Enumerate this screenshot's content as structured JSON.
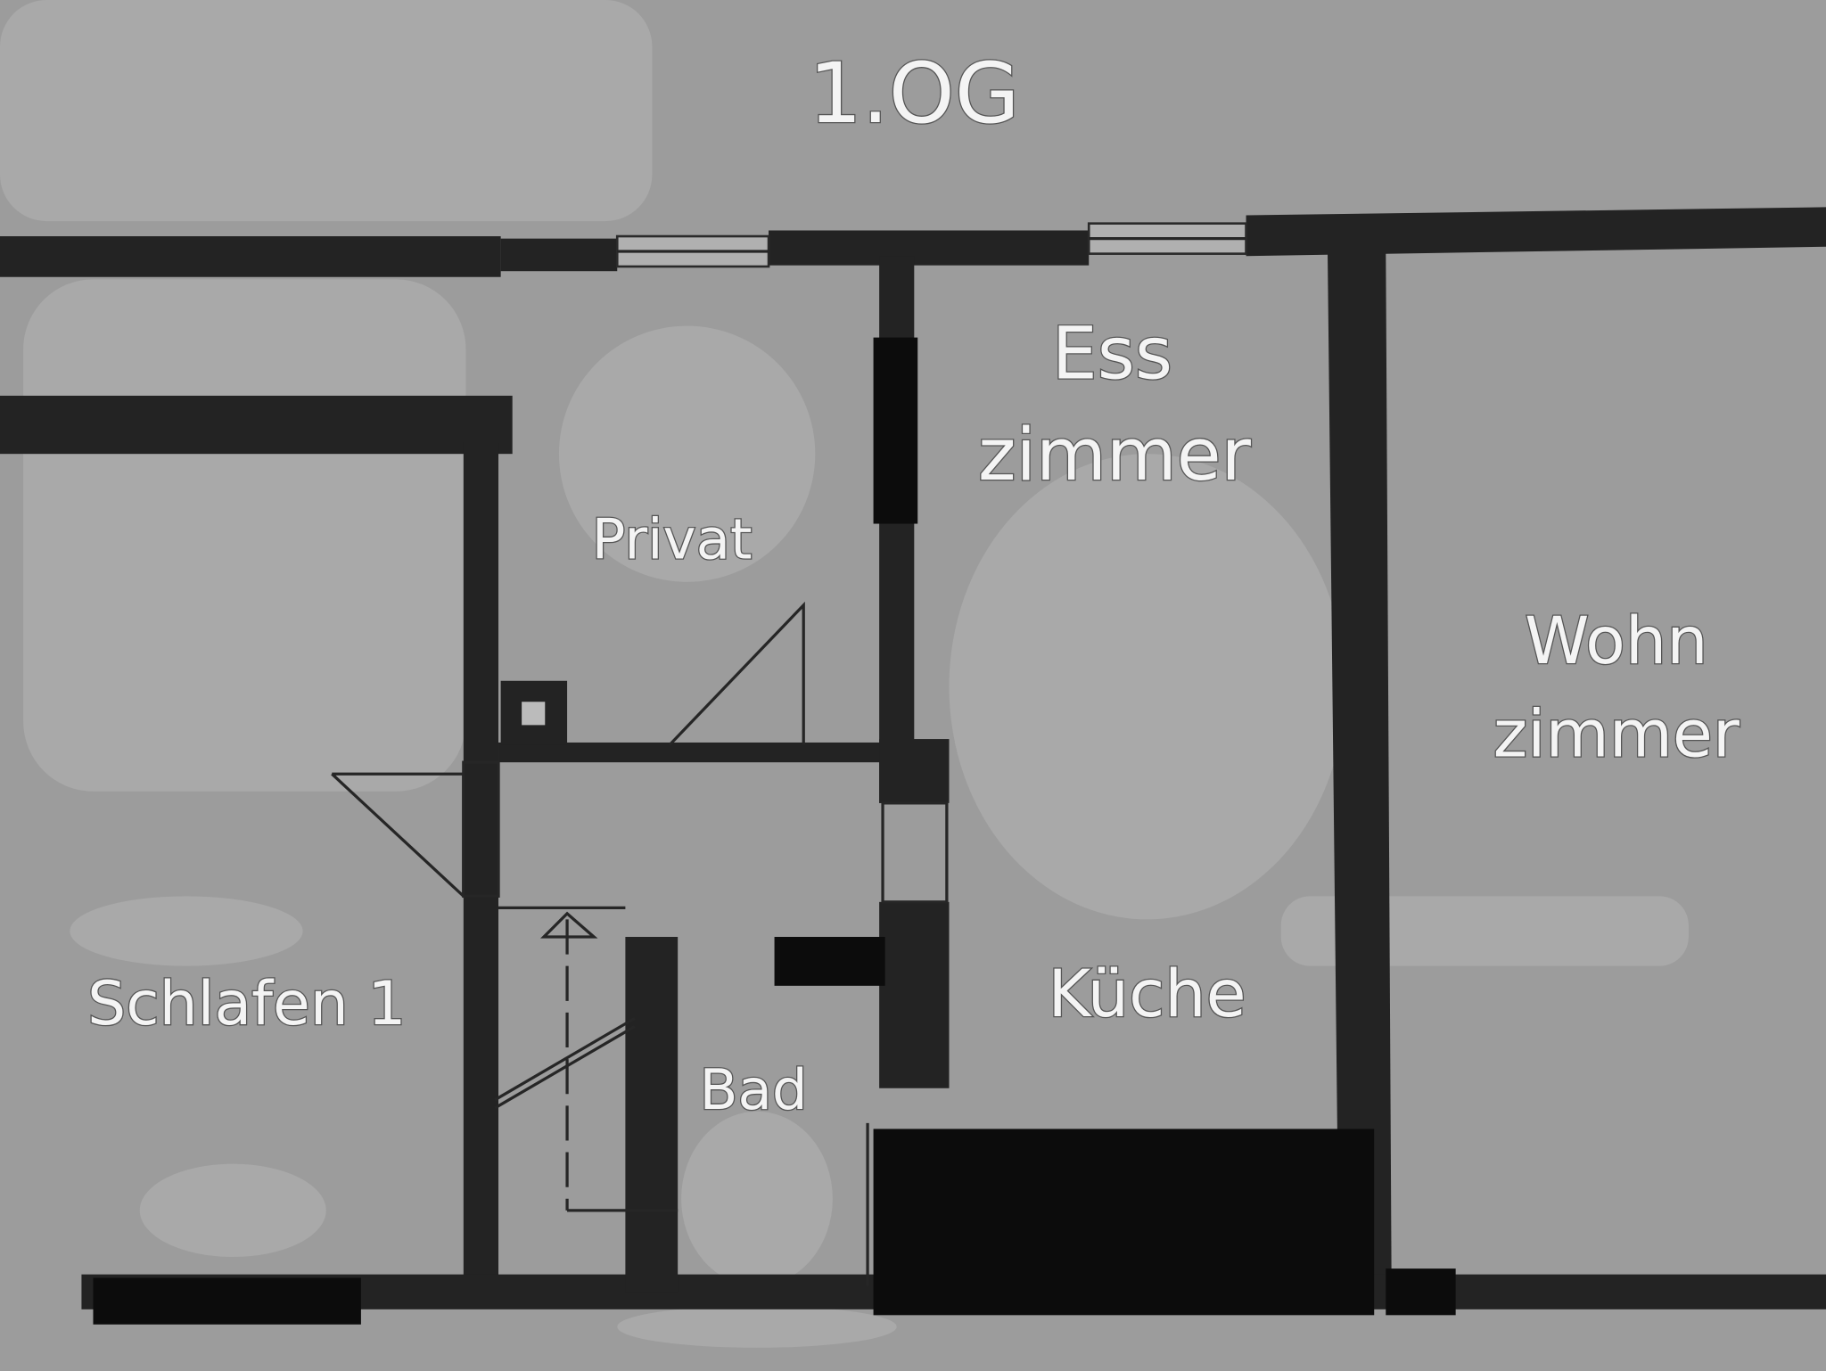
{
  "title": "1.OG",
  "rooms": {
    "ess": [
      "Ess",
      "zimmer"
    ],
    "privat": "Privat",
    "wohn": [
      "Wohn",
      "zimmer"
    ],
    "schlafen": "Schlafen 1",
    "kueche": "Küche",
    "bad": "Bad"
  },
  "colors": {
    "background": "#9c9c9c",
    "wall": "#232323",
    "label": "#f4f4f4"
  }
}
